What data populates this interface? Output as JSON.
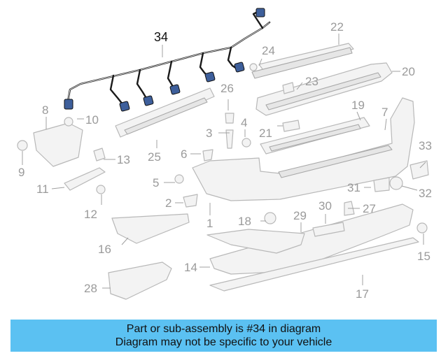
{
  "highlighted_part": "34",
  "callouts": [
    "1",
    "2",
    "3",
    "4",
    "5",
    "6",
    "7",
    "8",
    "9",
    "10",
    "11",
    "12",
    "13",
    "14",
    "15",
    "16",
    "17",
    "18",
    "19",
    "20",
    "21",
    "22",
    "23",
    "24",
    "25",
    "26",
    "27",
    "28",
    "29",
    "30",
    "31",
    "32",
    "33",
    "34"
  ],
  "banner": {
    "line1": "Part or sub-assembly is #34 in diagram",
    "line2": "Diagram may not be specific to your vehicle"
  },
  "colors": {
    "banner_bg": "#5bc1f2",
    "highlight_text": "#111111",
    "callout_text": "#9a9a9a",
    "harness": "#1a1a1a",
    "connector": "#3e5f9b"
  }
}
